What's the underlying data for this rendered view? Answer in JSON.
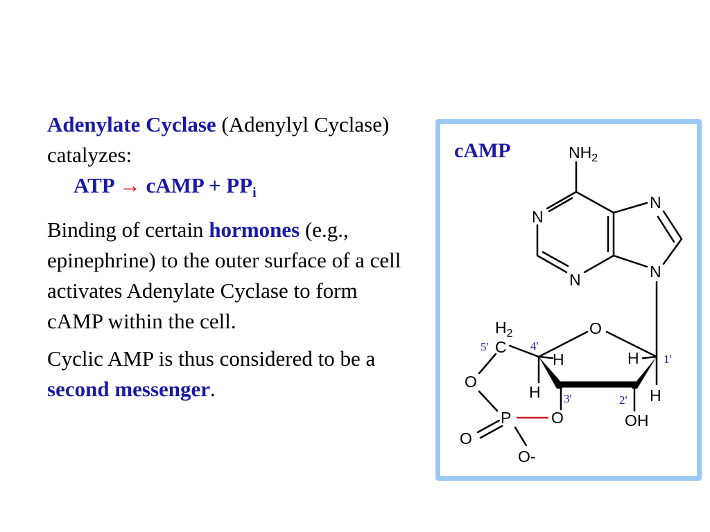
{
  "text": {
    "p1": {
      "enzyme_name": "Adenylate Cyclase",
      "alt_name": " (Adenylyl Cyclase) catalyzes:"
    },
    "equation": {
      "lhs": "ATP",
      "arrow": "→",
      "rhs": "cAMP + PP",
      "rhs_sub": "i"
    },
    "p2": {
      "pre": "Binding of certain ",
      "highlight": "hormones",
      "post": " (e.g., epinephrine) to the outer surface of a cell activates Adenylate Cyclase to form cAMP within the cell."
    },
    "p3": {
      "pre": "Cyclic AMP is thus considered to be a ",
      "highlight": "second messenger",
      "post": "."
    }
  },
  "structure": {
    "title": "cAMP",
    "atoms": {
      "amine": "NH",
      "amine_sub": "2",
      "n1": "N",
      "n3": "N",
      "n7": "N",
      "n9": "N",
      "ring_o": "O",
      "c5_c": "C",
      "c5_h": "H",
      "c5_h_sub": "2",
      "o5": "O",
      "p": "P",
      "p_dbl_o": "O",
      "o_minus": "O-",
      "o3": "O",
      "oh": "OH",
      "h4": "H",
      "h1": "H",
      "h3": "H",
      "h2": "H"
    },
    "positions": {
      "c1": "1'",
      "c2": "2'",
      "c3": "3'",
      "c4": "4'",
      "c5": "5'"
    }
  },
  "colors": {
    "highlight_text": "#1a1aa6",
    "arrow": "#d01818",
    "panel_border": "#9cc8f6",
    "phosphate_bond": "#d01818"
  }
}
